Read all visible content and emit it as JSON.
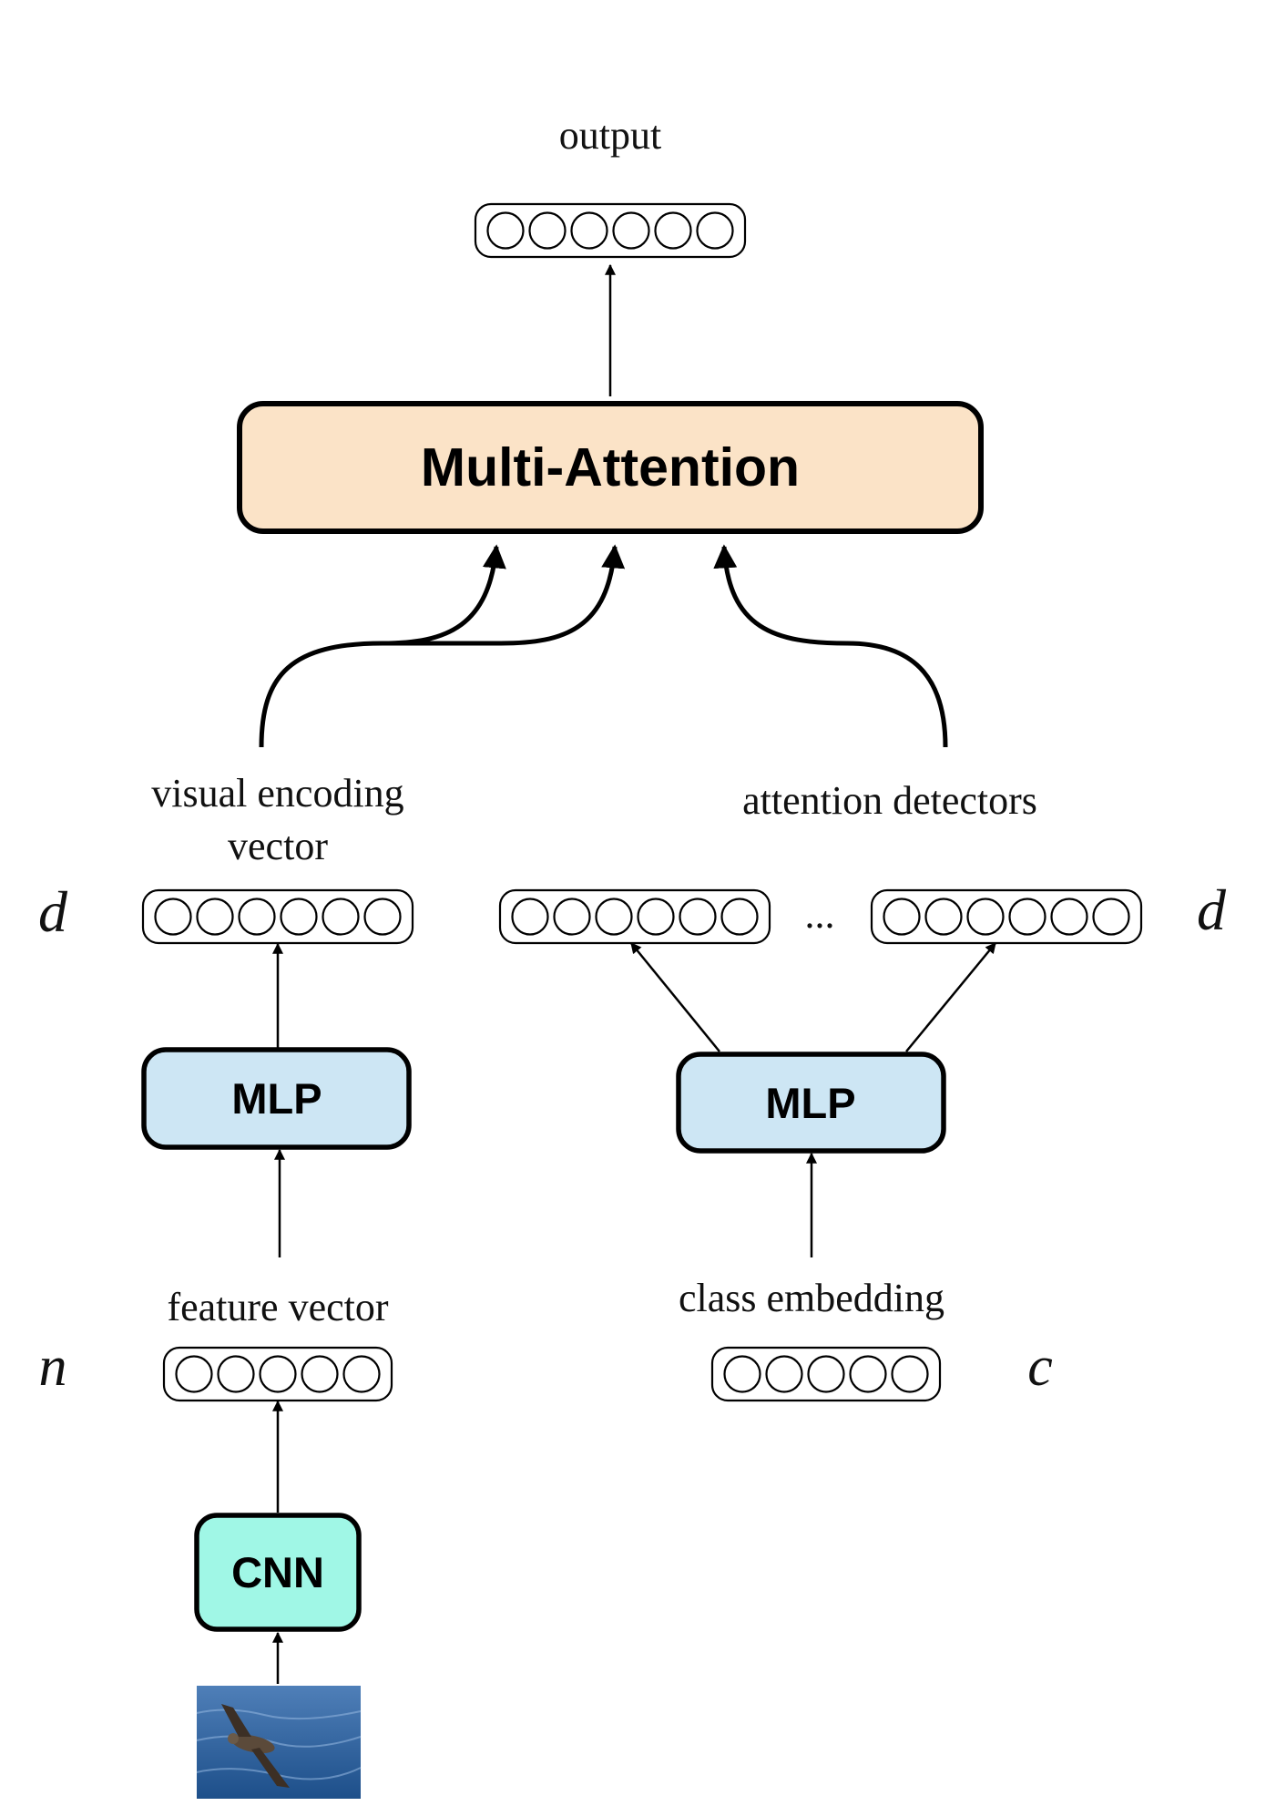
{
  "labels": {
    "output": "output",
    "visual_encoding": "visual encoding",
    "vector": "vector",
    "attention_detectors": "attention detectors",
    "feature_vector": "feature vector",
    "class_embedding": "class embedding",
    "ellipsis": "..."
  },
  "symbols": {
    "d_left": "d",
    "d_right": "d",
    "n": "n",
    "c": "c"
  },
  "blocks": {
    "multi_attention": "Multi-Attention",
    "mlp_left": "MLP",
    "mlp_right": "MLP",
    "cnn": "CNN"
  },
  "colors": {
    "multi_attention": "#fbe3c7",
    "mlp": "#cde6f4",
    "cnn": "#a0f7e6"
  },
  "vectors": {
    "output": 6,
    "visual_encoding": 6,
    "attention_detector_first": 6,
    "attention_detector_last": 6,
    "feature_vector": 5,
    "class_embedding": 5
  },
  "image": {
    "subject": "bird-over-water-photo"
  }
}
